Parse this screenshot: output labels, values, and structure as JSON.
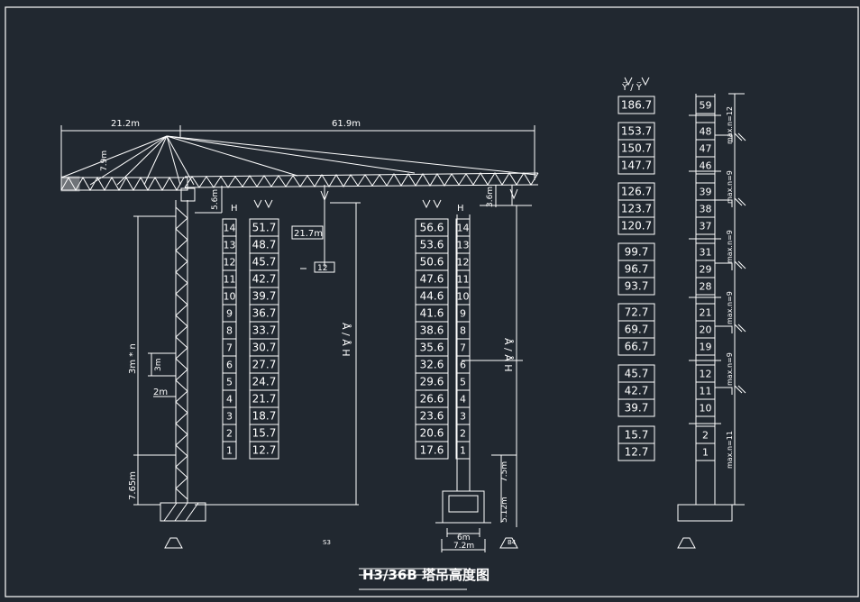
{
  "title": "H3/36B 塔吊高度图",
  "jib": {
    "counter_length": "21.2m",
    "main_length": "61.9m"
  },
  "tower_left": {
    "head_height": "7.9m",
    "cap_height": "5.6m",
    "mast_label": "3m * n",
    "section_height": "3m",
    "mast_width": "2m",
    "base_height": "7.65m",
    "base_mark": "S3"
  },
  "tower_right": {
    "trolley_gap": "3.6m",
    "base_height": "7.5m",
    "foundation_height": "5.12m",
    "inner_width": "6m",
    "outer_width": "7.2m",
    "base_mark": "B4"
  },
  "hook": {
    "distance": "21.7m",
    "count": "12"
  },
  "labels": {
    "H": "H",
    "column_symbol": "Ÿ / Ÿ",
    "vertical_label": "Å / Å  H",
    "vertical_label_right": "Å / Å  H"
  },
  "table_left": {
    "H": [
      "14",
      "13",
      "12",
      "11",
      "10",
      "9",
      "8",
      "7",
      "6",
      "5",
      "4",
      "3",
      "2",
      "1"
    ],
    "heights": [
      "51.7",
      "48.7",
      "45.7",
      "42.7",
      "39.7",
      "36.7",
      "33.7",
      "30.7",
      "27.7",
      "24.7",
      "21.7",
      "18.7",
      "15.7",
      "12.7"
    ]
  },
  "table_right": {
    "heights": [
      "56.6",
      "53.6",
      "50.6",
      "47.6",
      "44.6",
      "41.6",
      "38.6",
      "35.6",
      "32.6",
      "29.6",
      "26.6",
      "23.6",
      "20.6",
      "17.6"
    ],
    "H": [
      "14",
      "13",
      "12",
      "11",
      "10",
      "9",
      "8",
      "7",
      "6",
      "5",
      "4",
      "3",
      "2",
      "1"
    ]
  },
  "table_far": {
    "groups": [
      [
        "186.7"
      ],
      [
        "153.7",
        "150.7",
        "147.7"
      ],
      [
        "126.7",
        "123.7",
        "120.7"
      ],
      [
        "99.7",
        "96.7",
        "93.7"
      ],
      [
        "72.7",
        "69.7",
        "66.7"
      ],
      [
        "45.7",
        "42.7",
        "39.7"
      ],
      [
        "15.7",
        "12.7"
      ]
    ]
  },
  "mast_far": {
    "groups": [
      [
        "59"
      ],
      [
        "48",
        "47",
        "46"
      ],
      [
        "39",
        "38",
        "37"
      ],
      [
        "31",
        "29",
        "28"
      ],
      [
        "21",
        "20",
        "19"
      ],
      [
        "12",
        "11",
        "10"
      ],
      [
        "2",
        "1"
      ]
    ],
    "notes": [
      "max.n=12",
      "max.n=9",
      "max.n=9",
      "max.n=9",
      "max.n=9",
      "max.n=11"
    ]
  }
}
